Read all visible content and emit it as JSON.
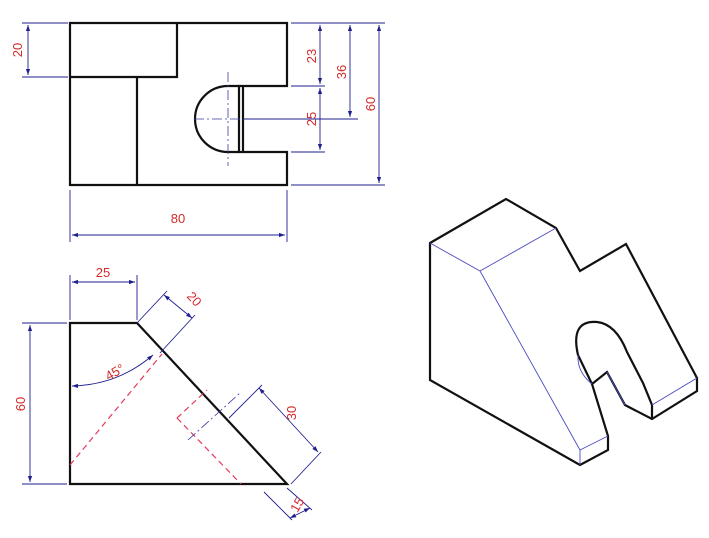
{
  "dimensions": {
    "front_top_block": "20",
    "front_top_gap": "23",
    "front_slot_center": "36",
    "front_total_height": "60",
    "front_slot_width": "25",
    "front_total_width": "80",
    "side_top_width": "25",
    "side_chamfer": "20",
    "side_angle": "45°",
    "side_height": "60",
    "side_slot_length": "30",
    "side_slot_offset": "15"
  },
  "colors": {
    "object_line": "#111111",
    "dimension_line": "#1f1f8f",
    "dimension_text": "#d42a2a",
    "hidden_line": "#e23b5a"
  }
}
